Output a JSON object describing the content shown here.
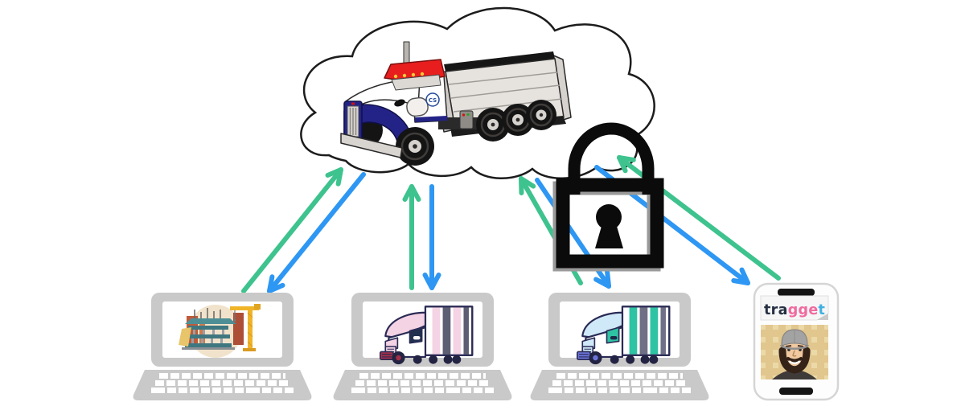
{
  "scene": {
    "description": "cloud-fleet-sync-diagram",
    "truck_door_badge": "CS"
  },
  "phone": {
    "logo_tra": "tra",
    "logo_gge": "gge",
    "logo_t": "t"
  },
  "icons": {
    "cloud": "cloud-shape",
    "dump_truck": "dump-truck-illustration",
    "padlock": "security-padlock-icon",
    "laptop_1_screen": "construction-site-illustration",
    "laptop_2_screen": "semi-truck-pink-illustration",
    "laptop_3_screen": "semi-truck-teal-illustration",
    "phone_screen": "trucker-avatar-illustration"
  },
  "colors": {
    "background": "#ffffff",
    "arrow_green": "#3ec38e",
    "arrow_blue": "#2e97f3",
    "lock": "#0b0b0b",
    "lock_shadow": "#9a9a9a",
    "cloud_outline": "#1c1c1c",
    "laptop_gray": "#c9c9c9",
    "logo_navy": "#273043",
    "logo_pink": "#ef6a9f",
    "logo_blue": "#41b1e1",
    "truck_cab_red": "#e81e1e",
    "truck_fender_navy": "#232387",
    "bed_gray": "#e6e2de"
  }
}
